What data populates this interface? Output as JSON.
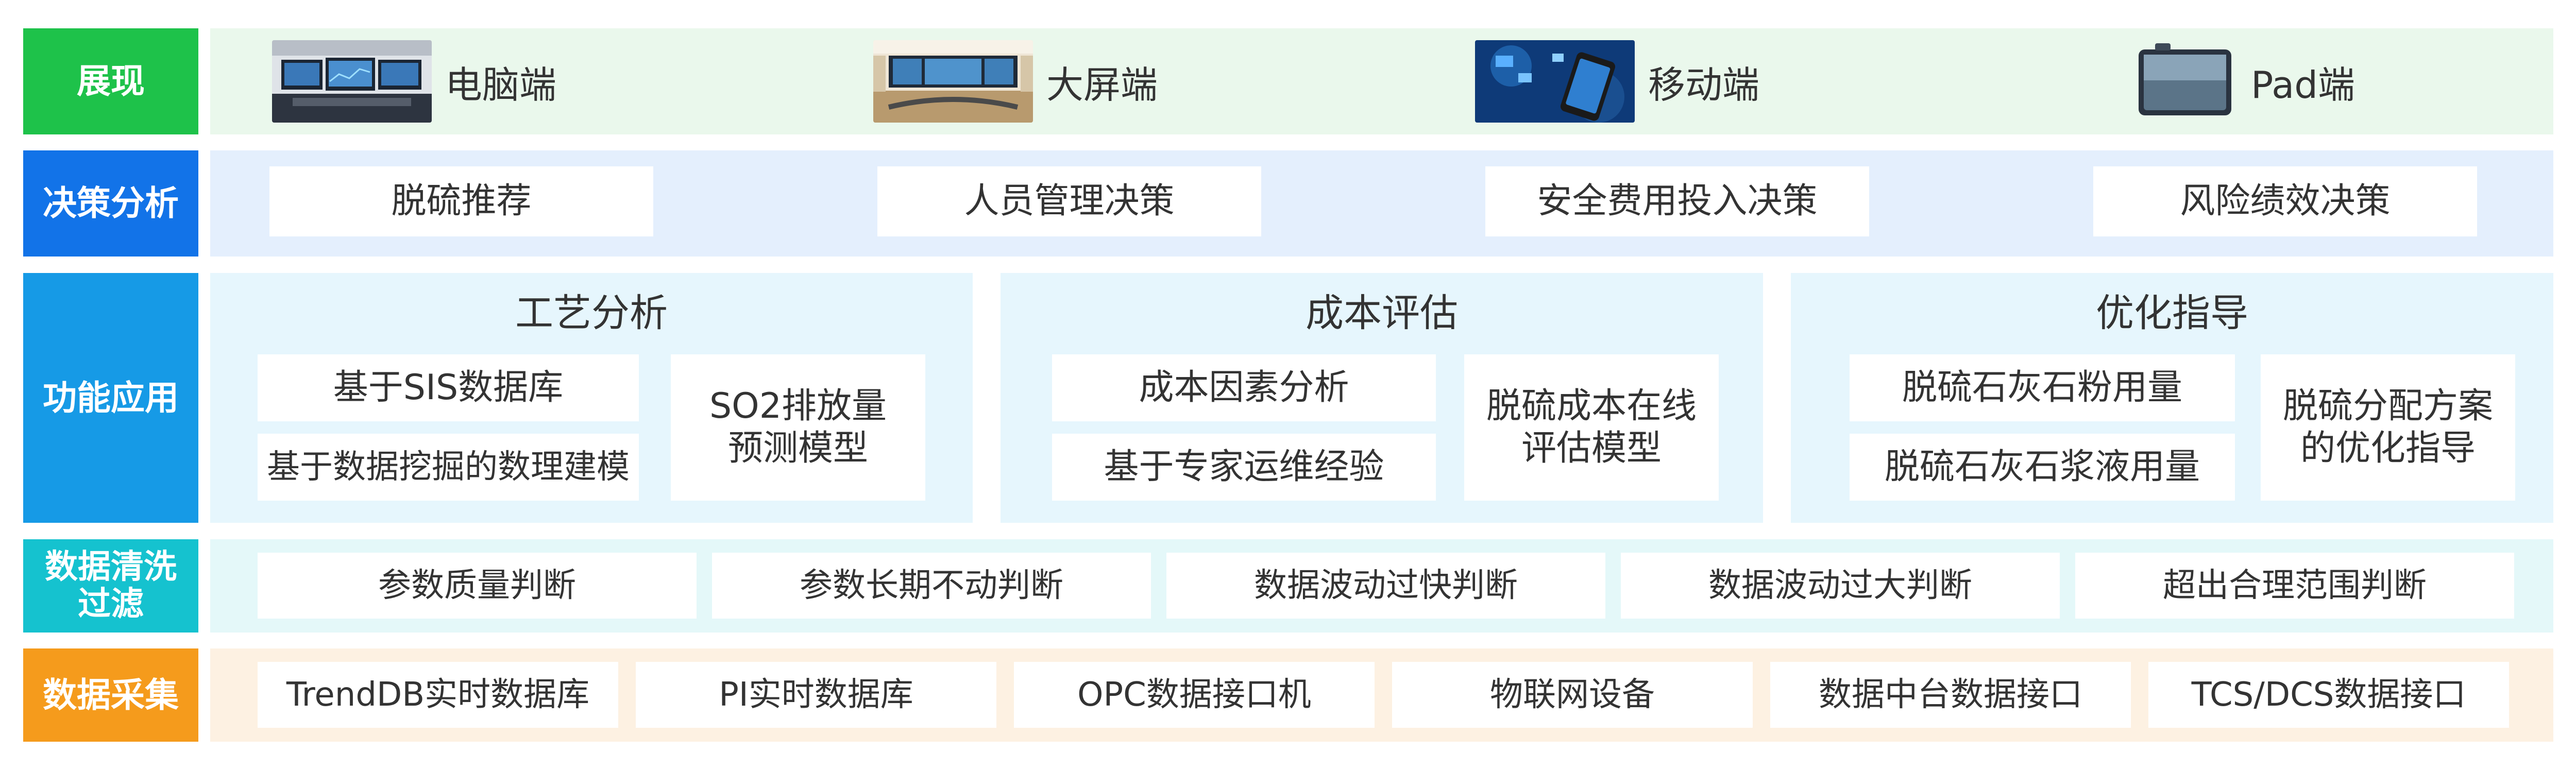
{
  "rows": {
    "display": {
      "label": "展现",
      "color": "#1ec24a",
      "items": [
        {
          "text": "电脑端",
          "icon": "desktop-monitors-icon"
        },
        {
          "text": "大屏端",
          "icon": "large-screen-room-icon"
        },
        {
          "text": "移动端",
          "icon": "mobile-phone-icon"
        },
        {
          "text": "Pad端",
          "icon": "tablet-icon"
        }
      ]
    },
    "decision": {
      "label": "决策分析",
      "color": "#1273e8",
      "items": [
        "脱硫推荐",
        "人员管理决策",
        "安全费用投入决策",
        "风险绩效决策"
      ]
    },
    "function": {
      "label": "功能应用",
      "color": "#169ae6",
      "panels": [
        {
          "title": "工艺分析",
          "left_items": [
            "基于SIS数据库",
            "基于数据挖掘的数理建模"
          ],
          "right_item": [
            "SO2排放量",
            "预测模型"
          ]
        },
        {
          "title": "成本评估",
          "left_items": [
            "成本因素分析",
            "基于专家运维经验"
          ],
          "right_item": [
            "脱硫成本在线",
            "评估模型"
          ]
        },
        {
          "title": "优化指导",
          "left_items": [
            "脱硫石灰石粉用量",
            "脱硫石灰石浆液用量"
          ],
          "right_item": [
            "脱硫分配方案",
            "的优化指导"
          ]
        }
      ]
    },
    "cleaning": {
      "label_line1": "数据清洗",
      "label_line2": "过滤",
      "color": "#15c2cf",
      "items": [
        "参数质量判断",
        "参数长期不动判断",
        "数据波动过快判断",
        "数据波动过大判断",
        "超出合理范围判断"
      ]
    },
    "collection": {
      "label": "数据采集",
      "color": "#f59b1c",
      "items": [
        "TrendDB实时数据库",
        "PI实时数据库",
        "OPC数据接口机",
        "物联网设备",
        "数据中台数据接口",
        "TCS/DCS数据接口"
      ]
    }
  }
}
